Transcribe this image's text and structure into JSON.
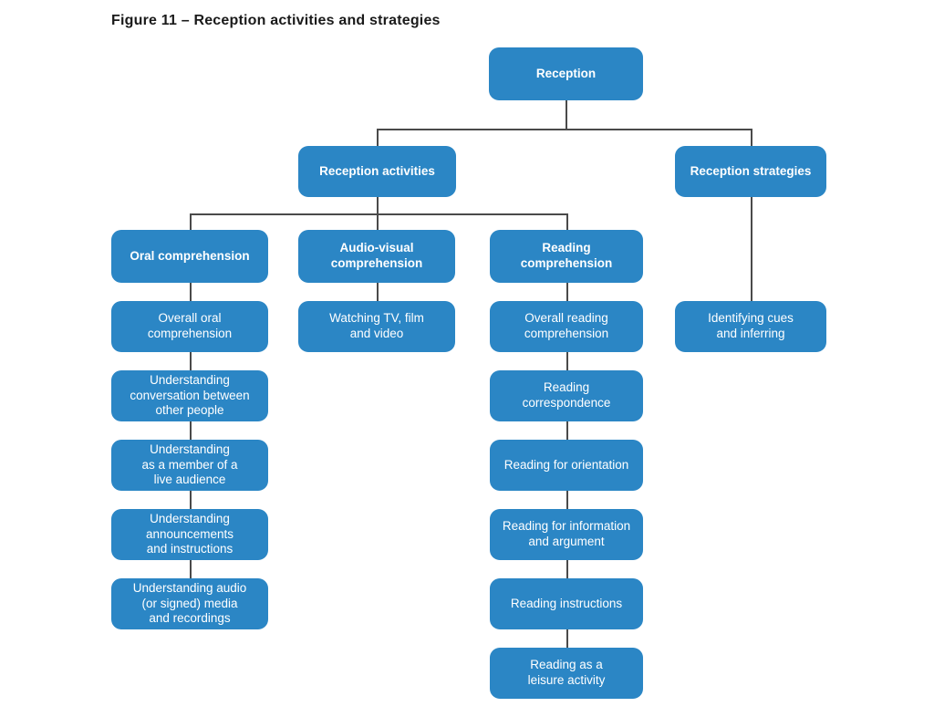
{
  "figure": {
    "title": "Figure 11 – Reception activities and strategies"
  },
  "palette": {
    "box_blue": "#2B86C5",
    "box_text": "#FFFFFF",
    "connector_line": "#4A4A4A",
    "title_color": "#1A1A1A",
    "background": "#FFFFFF"
  },
  "tree": {
    "root": {
      "label": "Reception"
    },
    "activities": {
      "label": "Reception activities",
      "oral": {
        "label": "Oral comprehension",
        "items": [
          "Overall oral\ncomprehension",
          "Understanding\nconversation between\nother people",
          "Understanding\nas a member of a\nlive audience",
          "Understanding\nannouncements\nand instructions",
          "Understanding audio\n(or signed) media\nand recordings"
        ]
      },
      "audio_visual": {
        "label": "Audio-visual\ncomprehension",
        "items": [
          "Watching TV, film\nand video"
        ]
      },
      "reading": {
        "label": "Reading\ncomprehension",
        "items": [
          "Overall reading\ncomprehension",
          "Reading\ncorrespondence",
          "Reading for orientation",
          "Reading for information\nand argument",
          "Reading instructions",
          "Reading as a\nleisure activity"
        ]
      }
    },
    "strategies": {
      "label": "Reception strategies",
      "items": [
        "Identifying cues\nand inferring"
      ]
    }
  }
}
